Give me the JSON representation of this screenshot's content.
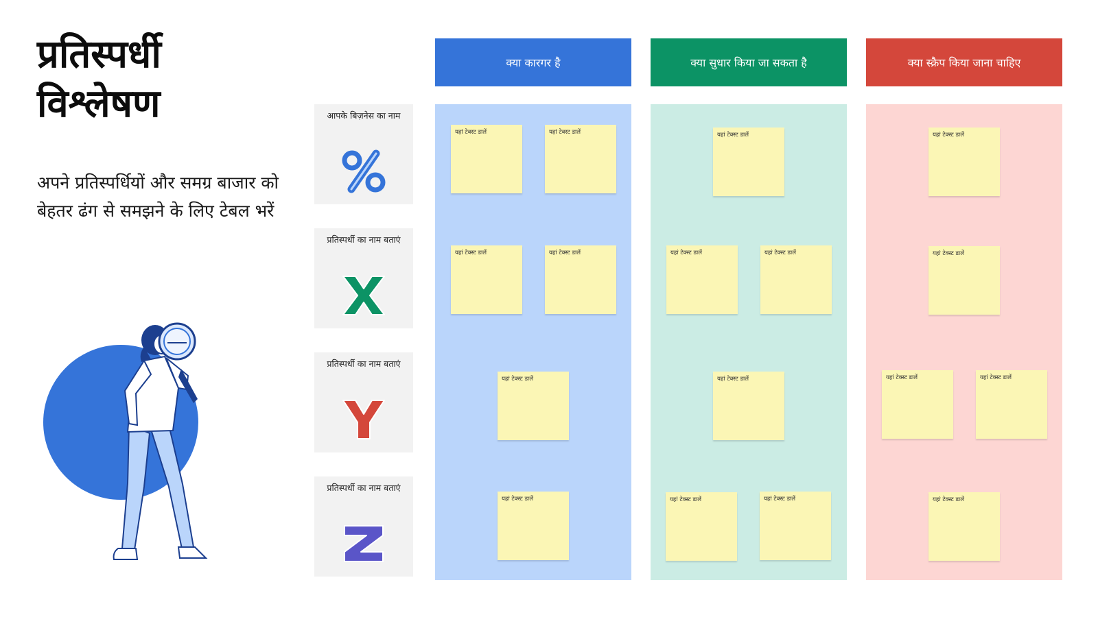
{
  "title": "प्रतिस्पर्धी विश्लेषण",
  "subtitle": "अपने प्रतिस्पर्धियों और समग्र बाजार को बेहतर ढंग से समझने के लिए टेबल भरें",
  "rows": [
    {
      "label": "आपके बिज़नेस का नाम",
      "icon": "percent-icon"
    },
    {
      "label": "प्रतिस्पर्धी का नाम बताएं",
      "icon": "letter-x-icon"
    },
    {
      "label": "प्रतिस्पर्धी का नाम बताएं",
      "icon": "letter-y-icon"
    },
    {
      "label": "प्रतिस्पर्धी का नाम बताएं",
      "icon": "letter-z-icon"
    }
  ],
  "columns": [
    {
      "header": "क्या कारगर है",
      "header_color": "#3574d9",
      "body_color": "#bad5fb"
    },
    {
      "header": "क्या सुधार किया जा सकता है",
      "header_color": "#0c9365",
      "body_color": "#cbece4"
    },
    {
      "header": "क्या स्क्रैप किया जाना चाहिए",
      "header_color": "#d4473b",
      "body_color": "#fdd6d3"
    }
  ],
  "note_placeholder": "यहां टेक्स्ट डालें",
  "colors": {
    "note": "#fbf6b5",
    "card": "#f2f2f2",
    "illustration_circle": "#3574d9"
  },
  "illustration": "woman-with-magnifier"
}
